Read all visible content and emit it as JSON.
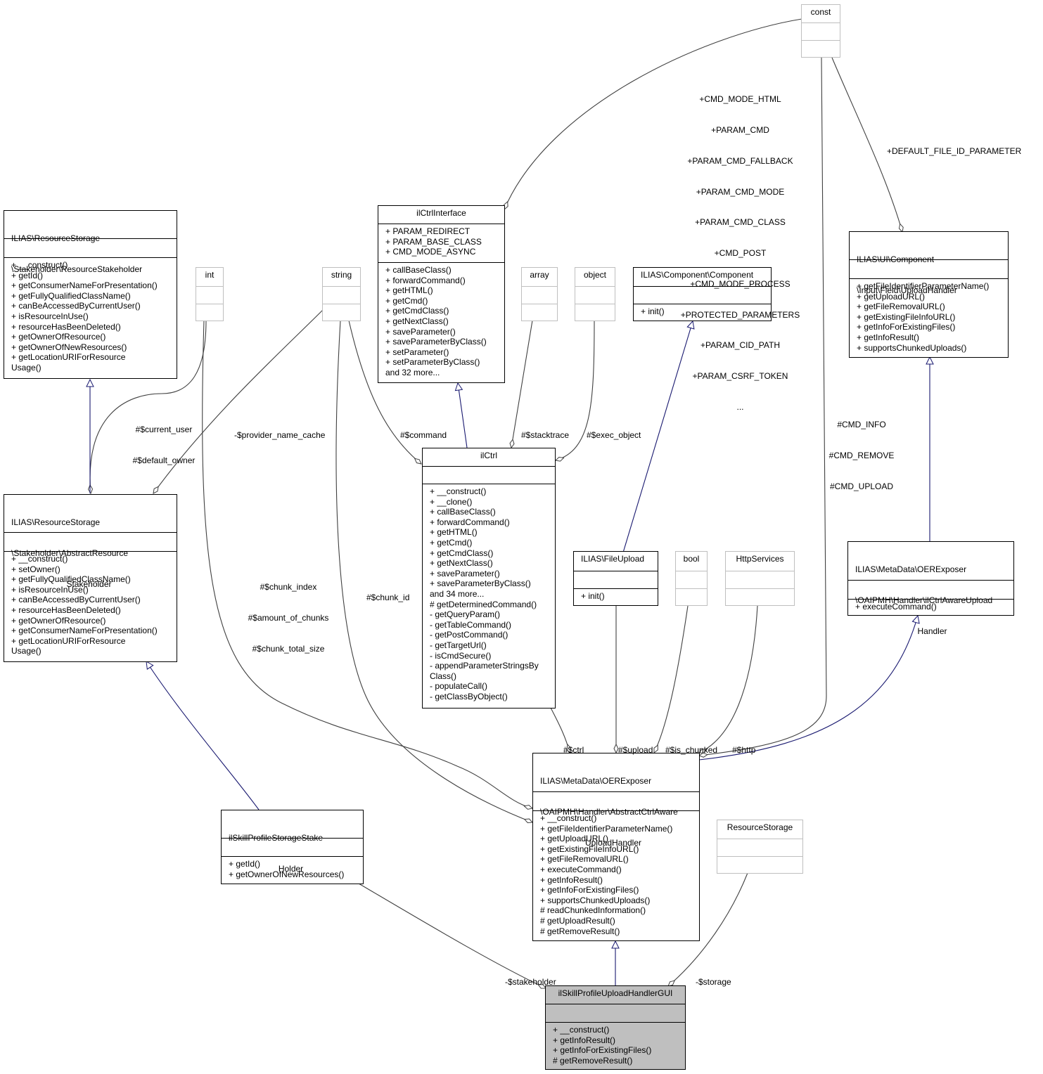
{
  "classes": {
    "const": {
      "title": [
        "const"
      ],
      "attributes": [],
      "methods": []
    },
    "ilCtrlInterface": {
      "title": [
        "ilCtrlInterface"
      ],
      "attributes": [
        "+ PARAM_REDIRECT",
        "+ PARAM_BASE_CLASS",
        "+ CMD_MODE_ASYNC"
      ],
      "methods": [
        "+ callBaseClass()",
        "+ forwardCommand()",
        "+ getHTML()",
        "+ getCmd()",
        "+ getCmdClass()",
        "+ getNextClass()",
        "+ saveParameter()",
        "+ saveParameterByClass()",
        "+ setParameter()",
        "+ setParameterByClass()",
        "and 32 more..."
      ]
    },
    "resourceStakeholder": {
      "title": [
        "ILIAS\\ResourceStorage",
        "\\Stakeholder\\ResourceStakeholder"
      ],
      "attributes": [],
      "methods": [
        "+ __construct()",
        "+ getId()",
        "+ getConsumerNameForPresentation()",
        "+ getFullyQualifiedClassName()",
        "+ canBeAccessedByCurrentUser()",
        "+ isResourceInUse()",
        "+ resourceHasBeenDeleted()",
        "+ getOwnerOfResource()",
        "+ getOwnerOfNewResources()",
        "+ getLocationURIForResource",
        "Usage()"
      ]
    },
    "int": {
      "title": [
        "int"
      ],
      "attributes": [],
      "methods": []
    },
    "string": {
      "title": [
        "string"
      ],
      "attributes": [],
      "methods": []
    },
    "array": {
      "title": [
        "array"
      ],
      "attributes": [],
      "methods": []
    },
    "object": {
      "title": [
        "object"
      ],
      "attributes": [],
      "methods": []
    },
    "component": {
      "title": [
        "ILIAS\\Component\\Component"
      ],
      "attributes": [],
      "methods": [
        "+ init()"
      ]
    },
    "uiUploadHandler": {
      "title": [
        "ILIAS\\UI\\Component",
        "\\Input\\Field\\UploadHandler"
      ],
      "attributes": [],
      "methods": [
        "+ getFileIdentifierParameterName()",
        "+ getUploadURL()",
        "+ getFileRemovalURL()",
        "+ getExistingFileInfoURL()",
        "+ getInfoForExistingFiles()",
        "+ getInfoResult()",
        "+ supportsChunkedUploads()"
      ]
    },
    "ilCtrl": {
      "title": [
        "ilCtrl"
      ],
      "attributes": [],
      "methods": [
        "+ __construct()",
        "+ __clone()",
        "+ callBaseClass()",
        "+ forwardCommand()",
        "+ getHTML()",
        "+ getCmd()",
        "+ getCmdClass()",
        "+ getNextClass()",
        "+ saveParameter()",
        "+ saveParameterByClass()",
        "and 34 more...",
        "# getDeterminedCommand()",
        "- getQueryParam()",
        "- getTableCommand()",
        "- getPostCommand()",
        "- getTargetUrl()",
        "- isCmdSecure()",
        "- appendParameterStringsBy",
        "Class()",
        "- populateCall()",
        "- getClassByObject()"
      ]
    },
    "abstractStakeholder": {
      "title": [
        "ILIAS\\ResourceStorage",
        "\\Stakeholder\\AbstractResource",
        "Stakeholder"
      ],
      "attributes": [],
      "methods": [
        "+ __construct()",
        "+ setOwner()",
        "+ getFullyQualifiedClassName()",
        "+ isResourceInUse()",
        "+ canBeAccessedByCurrentUser()",
        "+ resourceHasBeenDeleted()",
        "+ getOwnerOfResource()",
        "+ getConsumerNameForPresentation()",
        "+ getLocationURIForResource",
        "Usage()"
      ]
    },
    "fileUpload": {
      "title": [
        "ILIAS\\FileUpload"
      ],
      "attributes": [],
      "methods": [
        "+ init()"
      ]
    },
    "bool": {
      "title": [
        "bool"
      ],
      "attributes": [],
      "methods": []
    },
    "httpServices": {
      "title": [
        "HttpServices"
      ],
      "attributes": [],
      "methods": []
    },
    "ilCtrlAwareUploadHandler": {
      "title": [
        "ILIAS\\MetaData\\OERExposer",
        "\\OAIPMH\\Handler\\ilCtrlAwareUpload",
        "Handler"
      ],
      "attributes": [],
      "methods": [
        "+ executeCommand()"
      ]
    },
    "abstractCtrlAwareUploadHandler": {
      "title": [
        "ILIAS\\MetaData\\OERExposer",
        "\\OAIPMH\\Handler\\AbstractCtrlAware",
        "UploadHandler"
      ],
      "attributes": [],
      "methods": [
        "+ __construct()",
        "+ getFileIdentifierParameterName()",
        "+ getUploadURL()",
        "+ getExistingFileInfoURL()",
        "+ getFileRemovalURL()",
        "+ executeCommand()",
        "+ getInfoResult()",
        "+ getInfoForExistingFiles()",
        "+ supportsChunkedUploads()",
        "# readChunkedInformation()",
        "# getUploadResult()",
        "# getRemoveResult()"
      ]
    },
    "stakeHolder": {
      "title": [
        "ilSkillProfileStorageStake",
        "Holder"
      ],
      "attributes": [],
      "methods": [
        "+ getId()",
        "+ getOwnerOfNewResources()"
      ]
    },
    "resourceStorage": {
      "title": [
        "ResourceStorage"
      ],
      "attributes": [],
      "methods": []
    },
    "uploadHandlerGUI": {
      "title": [
        "ilSkillProfileUploadHandlerGUI"
      ],
      "attributes": [],
      "methods": [
        "+ __construct()",
        "+ getInfoResult()",
        "+ getInfoForExistingFiles()",
        "# getRemoveResult()"
      ]
    }
  },
  "edge_labels": {
    "ctrl_constants": [
      "+CMD_MODE_HTML",
      "+PARAM_CMD",
      "+PARAM_CMD_FALLBACK",
      "+PARAM_CMD_MODE",
      "+PARAM_CMD_CLASS",
      "+CMD_POST",
      "+CMD_MODE_PROCESS",
      "+PROTECTED_PARAMETERS",
      "+PARAM_CID_PATH",
      "+PARAM_CSRF_TOKEN",
      "..."
    ],
    "default_file_id": [
      "+DEFAULT_FILE_ID_PARAMETER"
    ],
    "current_user": [
      "#$current_user",
      "#$default_owner"
    ],
    "provider_name_cache": [
      "-$provider_name_cache"
    ],
    "command": [
      "#$command"
    ],
    "stacktrace": [
      "#$stacktrace"
    ],
    "exec_object": [
      "#$exec_object"
    ],
    "cmd_consts": [
      "#CMD_INFO",
      "#CMD_REMOVE",
      "#CMD_UPLOAD"
    ],
    "chunk_ints": [
      "#$chunk_index",
      "#$amount_of_chunks",
      "#$chunk_total_size"
    ],
    "chunk_id": [
      "#$chunk_id"
    ],
    "ctrl": [
      "#$ctrl"
    ],
    "upload": [
      "#$upload"
    ],
    "is_chunked": [
      "#$is_chunked"
    ],
    "http": [
      "#$http"
    ],
    "stakeholder": [
      "-$stakeholder"
    ],
    "storage": [
      "-$storage"
    ]
  }
}
